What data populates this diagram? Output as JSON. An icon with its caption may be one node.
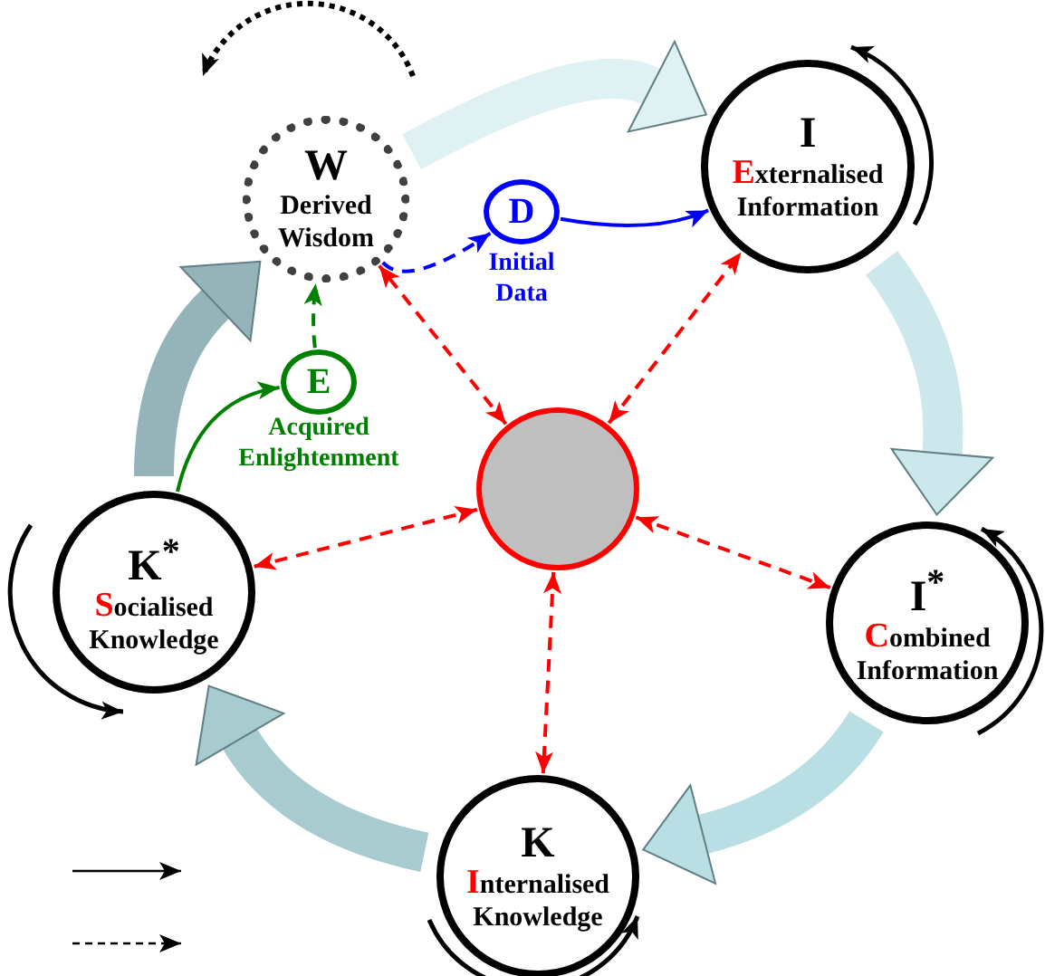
{
  "diagram": {
    "nodes": [
      {
        "text": [
          "W",
          "Derived Wisdom"
        ]
      },
      {
        "text": [
          "I",
          "Externalised Information"
        ]
      },
      {
        "text": [
          "I$^{*}$",
          "Combined Information"
        ]
      },
      {
        "text": [
          "K",
          "Internalised Knowledge"
        ]
      },
      {
        "text": [
          "K$^{*}$",
          "Socialised Knowledge"
        ]
      },
      {
        "text": [],
        "shape": "circle"
      },
      {
        "text": [
          "D"
        ],
        "beside": [
          "Initial Data"
        ]
      },
      {
        "text": [
          "E"
        ],
        "beside": [
          "Acquired Enlightenment"
        ]
      }
    ],
    "edges": [
      {
        "from": 0,
        "to": 1,
        "arrow": "to",
        "style": "thick",
        "color": "#dff1f3"
      },
      {
        "from": 1,
        "to": 2,
        "arrow": "to",
        "style": "thick",
        "color": "#cde8ec"
      },
      {
        "from": 2,
        "to": 3,
        "arrow": "to",
        "style": "thick",
        "color": "#b9dfe4"
      },
      {
        "from": 3,
        "to": 4,
        "arrow": "to",
        "style": "thick",
        "color": "#a8cbd0"
      },
      {
        "from": 4,
        "to": 0,
        "arrow": "to",
        "style": "thick",
        "color": "#95b4b9"
      },
      {
        "from": 5,
        "to": 0,
        "arrow": "both",
        "style": "dashed",
        "color": "#ff0000"
      },
      {
        "from": 5,
        "to": 1,
        "arrow": "both",
        "style": "dashed",
        "color": "#ff0000"
      },
      {
        "from": 5,
        "to": 2,
        "arrow": "both",
        "style": "dashed",
        "color": "#ff0000"
      },
      {
        "from": 5,
        "to": 3,
        "arrow": "both",
        "style": "dashed",
        "color": "#ff0000"
      },
      {
        "from": 5,
        "to": 4,
        "arrow": "both",
        "style": "dashed",
        "color": "#ff0000"
      },
      {
        "from": 0,
        "to": 6,
        "arrow": "to",
        "style": "dashed",
        "color": "#0000ff"
      },
      {
        "from": 6,
        "to": 1,
        "arrow": "to",
        "color": "#0000ff"
      },
      {
        "from": 4,
        "to": 7,
        "arrow": "to",
        "color": "#008000"
      },
      {
        "from": 7,
        "to": 0,
        "arrow": "to",
        "style": "dashed",
        "color": "#008000"
      }
    ]
  }
}
